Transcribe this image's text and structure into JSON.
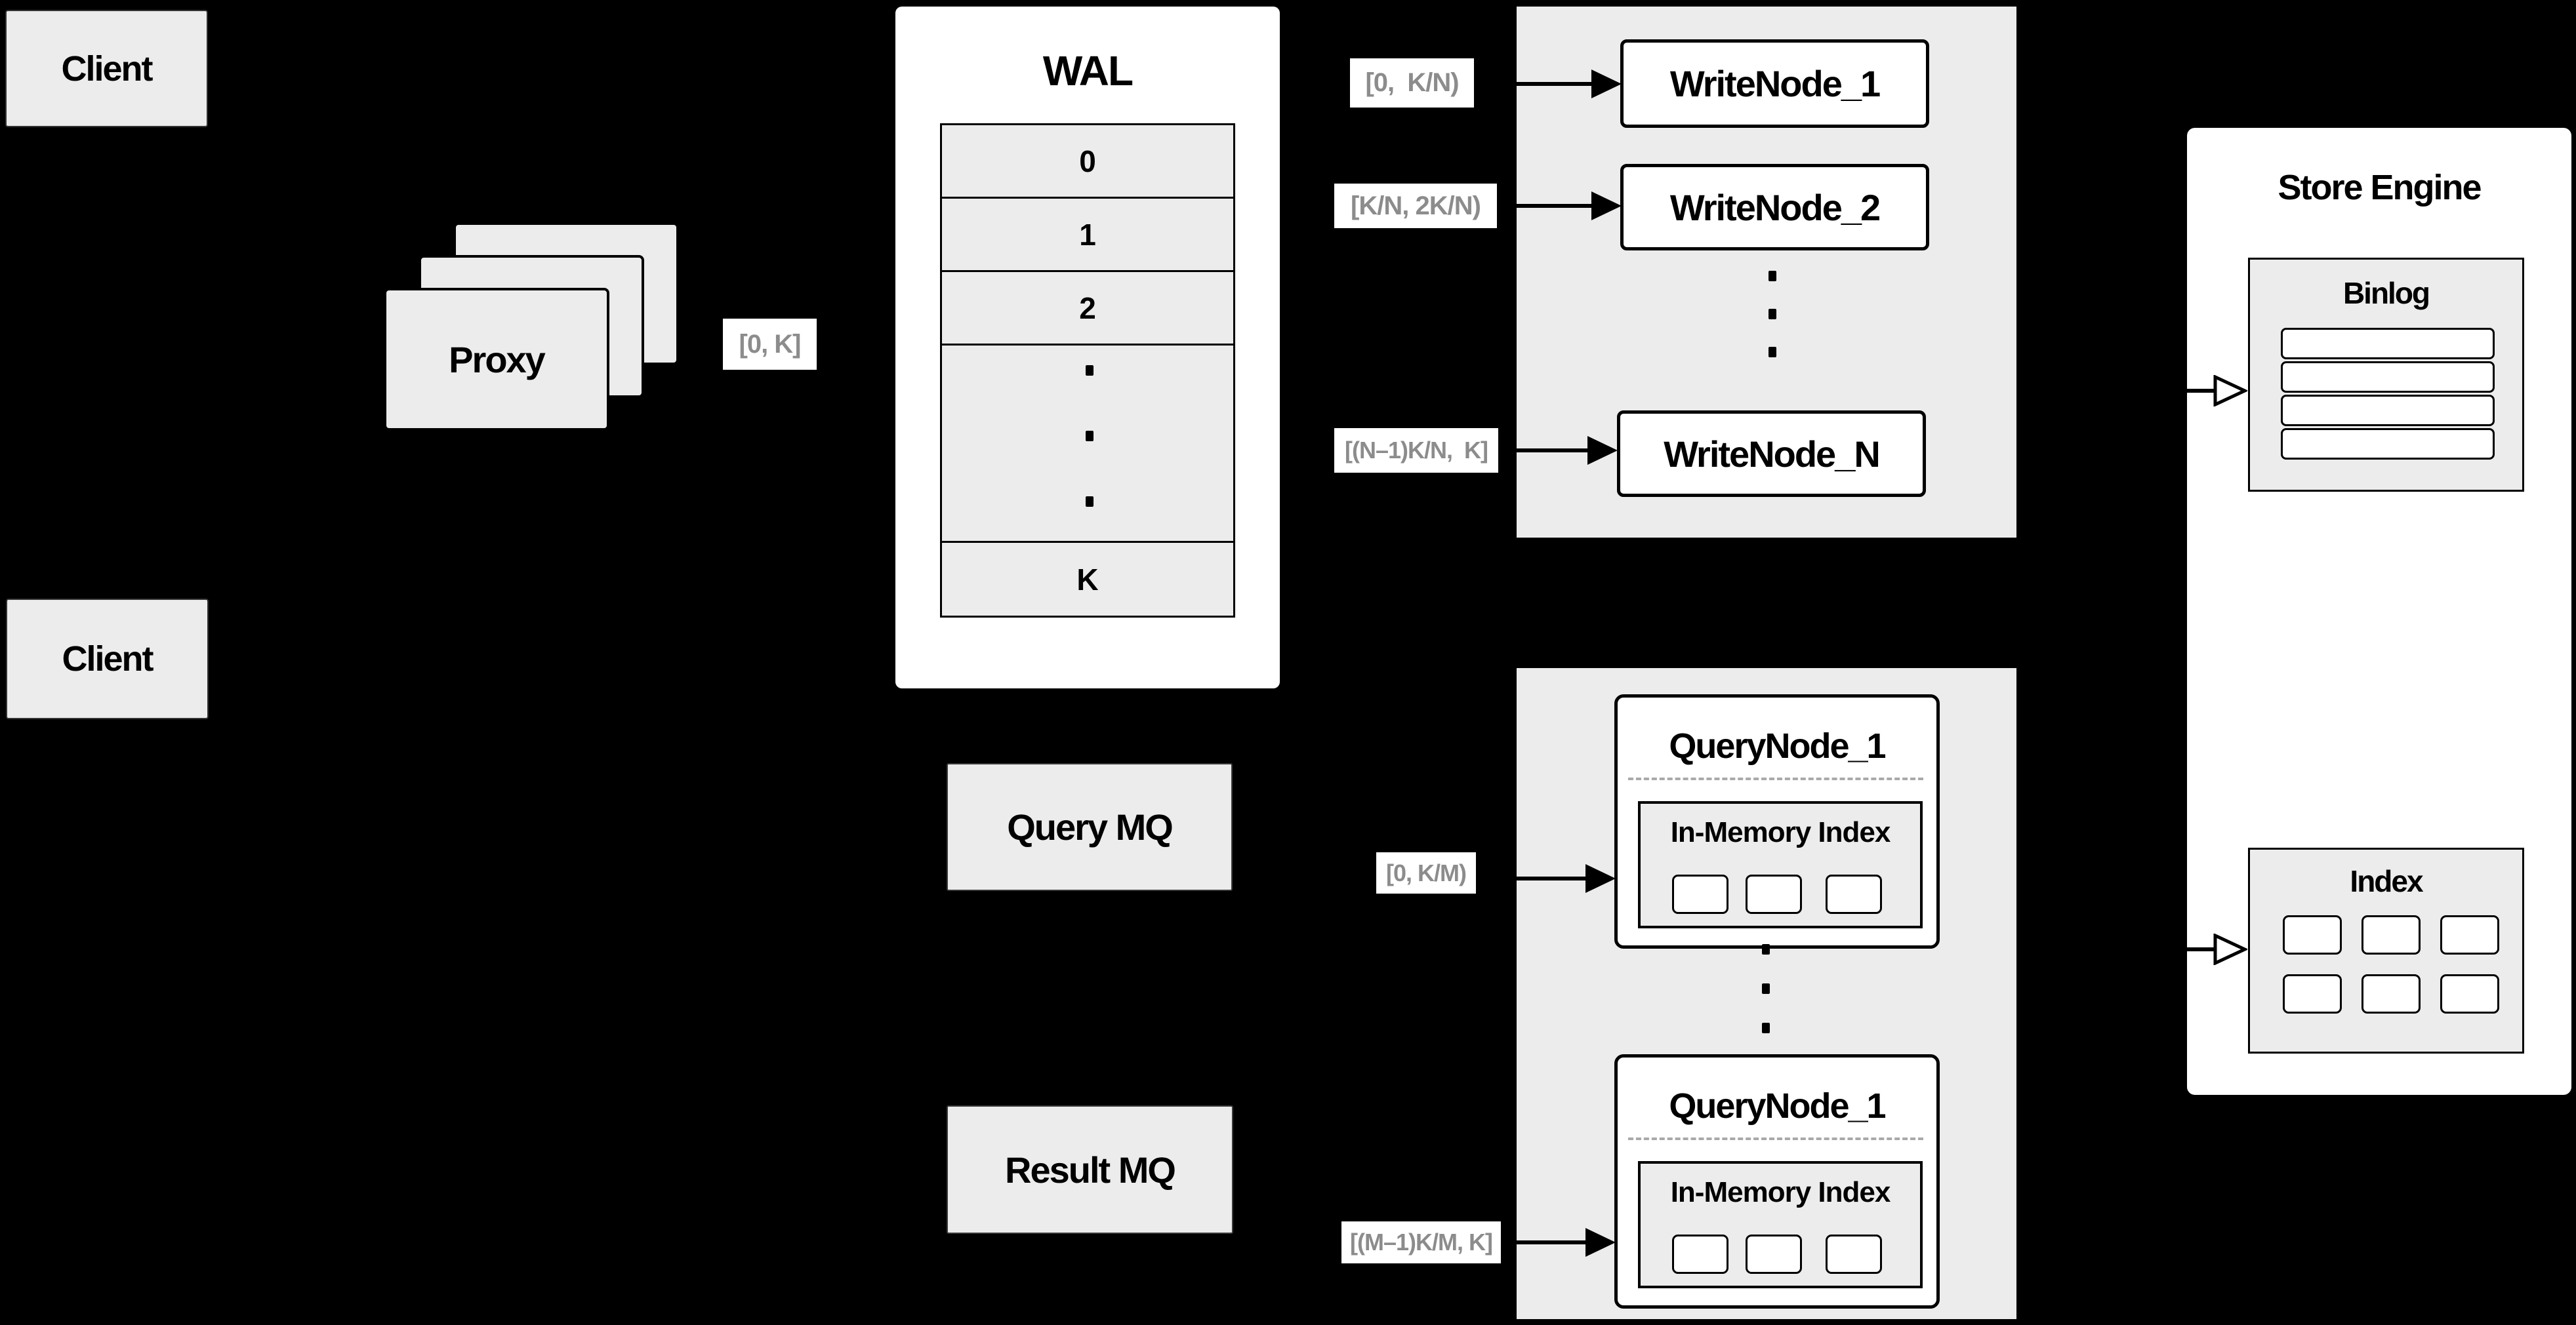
{
  "colors": {
    "background": "#000000",
    "box_gray": "#ececec",
    "box_white": "#ffffff",
    "border": "#000000",
    "range_label_text": "#8c8c8c",
    "dashed_separator": "#a9a9a9"
  },
  "clients": {
    "top": "Client",
    "bottom": "Client"
  },
  "proxy": {
    "label": "Proxy"
  },
  "range_labels": {
    "proxy_wal": "[0, K]",
    "write_1": "[0,  K/N)",
    "write_2": "[K/N, 2K/N)",
    "write_n": "[(N–1)K/N,  K]",
    "query_1": "[0, K/M)",
    "query_m": "[(M–1)K/M, K]"
  },
  "wal": {
    "title": "WAL",
    "rows": [
      "0",
      "1",
      "2",
      "K"
    ]
  },
  "write_nodes": {
    "n1": "WriteNode_1",
    "n2": "WriteNode_2",
    "nn": "WriteNode_N"
  },
  "store_engine": {
    "title": "Store Engine",
    "binlog": "Binlog",
    "index": "Index"
  },
  "mq": {
    "query": "Query MQ",
    "result": "Result MQ"
  },
  "query_nodes": {
    "top_title": "QueryNode_1",
    "bottom_title": "QueryNode_1",
    "in_memory_top": "In-Memory Index",
    "in_memory_bottom": "In-Memory Index"
  }
}
